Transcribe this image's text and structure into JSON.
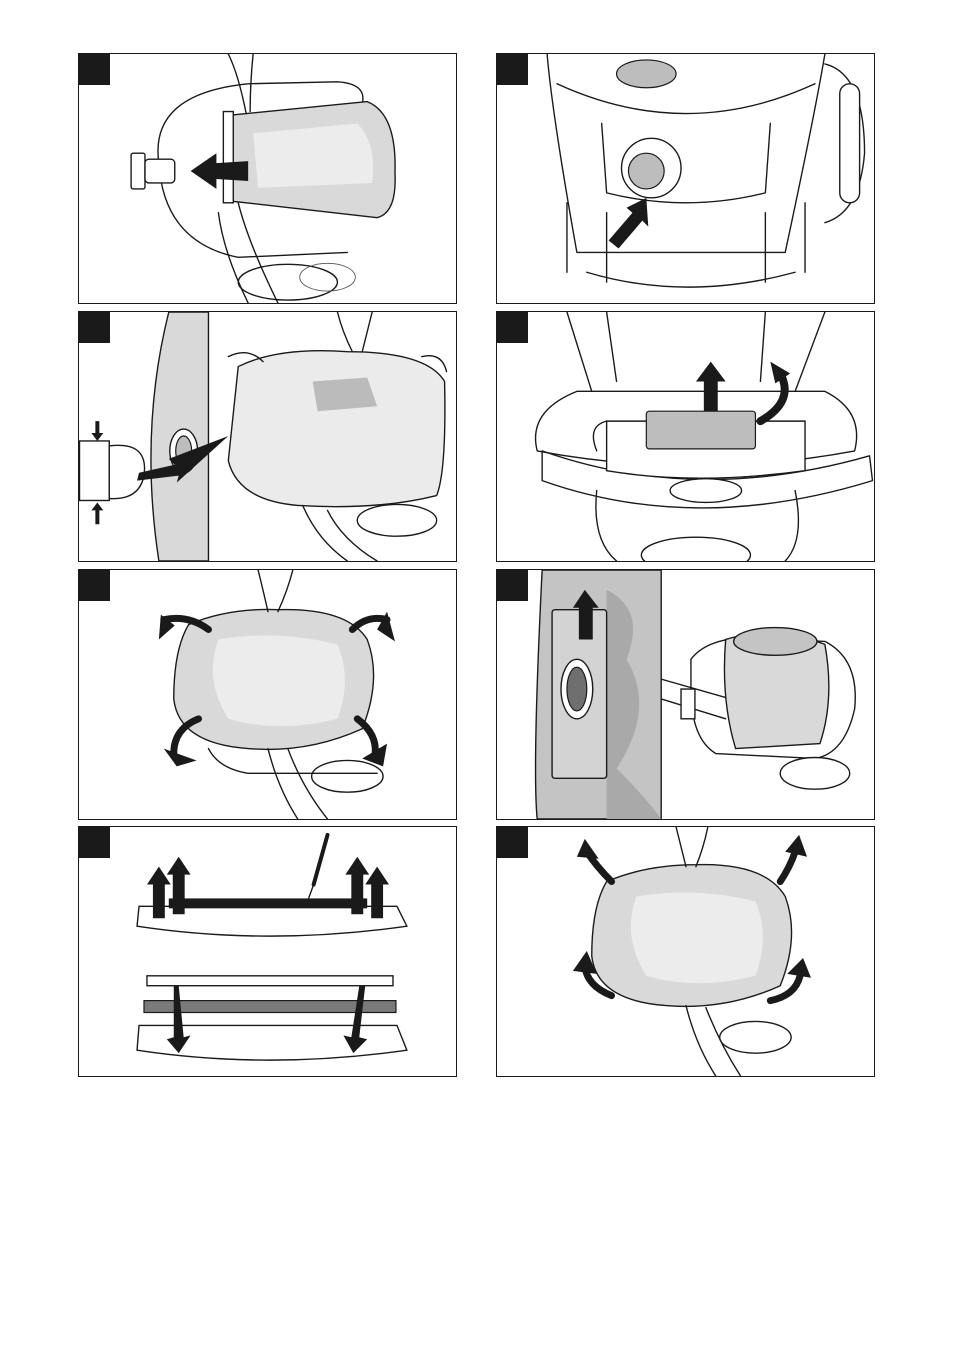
{
  "page": {
    "background": "#ffffff",
    "line_color": "#1a1a1a"
  },
  "panels": [
    {
      "id": "p1",
      "icon": "remove-paper-filter-bag-illustration"
    },
    {
      "id": "p2",
      "icon": "press-bag-latch-illustration"
    },
    {
      "id": "p3",
      "icon": "remove-cartridge-filter-illustration"
    },
    {
      "id": "p4",
      "icon": "lift-filter-tray-illustration"
    },
    {
      "id": "p5",
      "icon": "replace-filter-illustration"
    },
    {
      "id": "p6",
      "icon": "insert-new-filter-bag-illustration"
    },
    {
      "id": "p7",
      "icon": "replace-floor-nozzle-strips-illustration"
    },
    {
      "id": "p8",
      "icon": "attach-filter-housing-illustration"
    }
  ]
}
